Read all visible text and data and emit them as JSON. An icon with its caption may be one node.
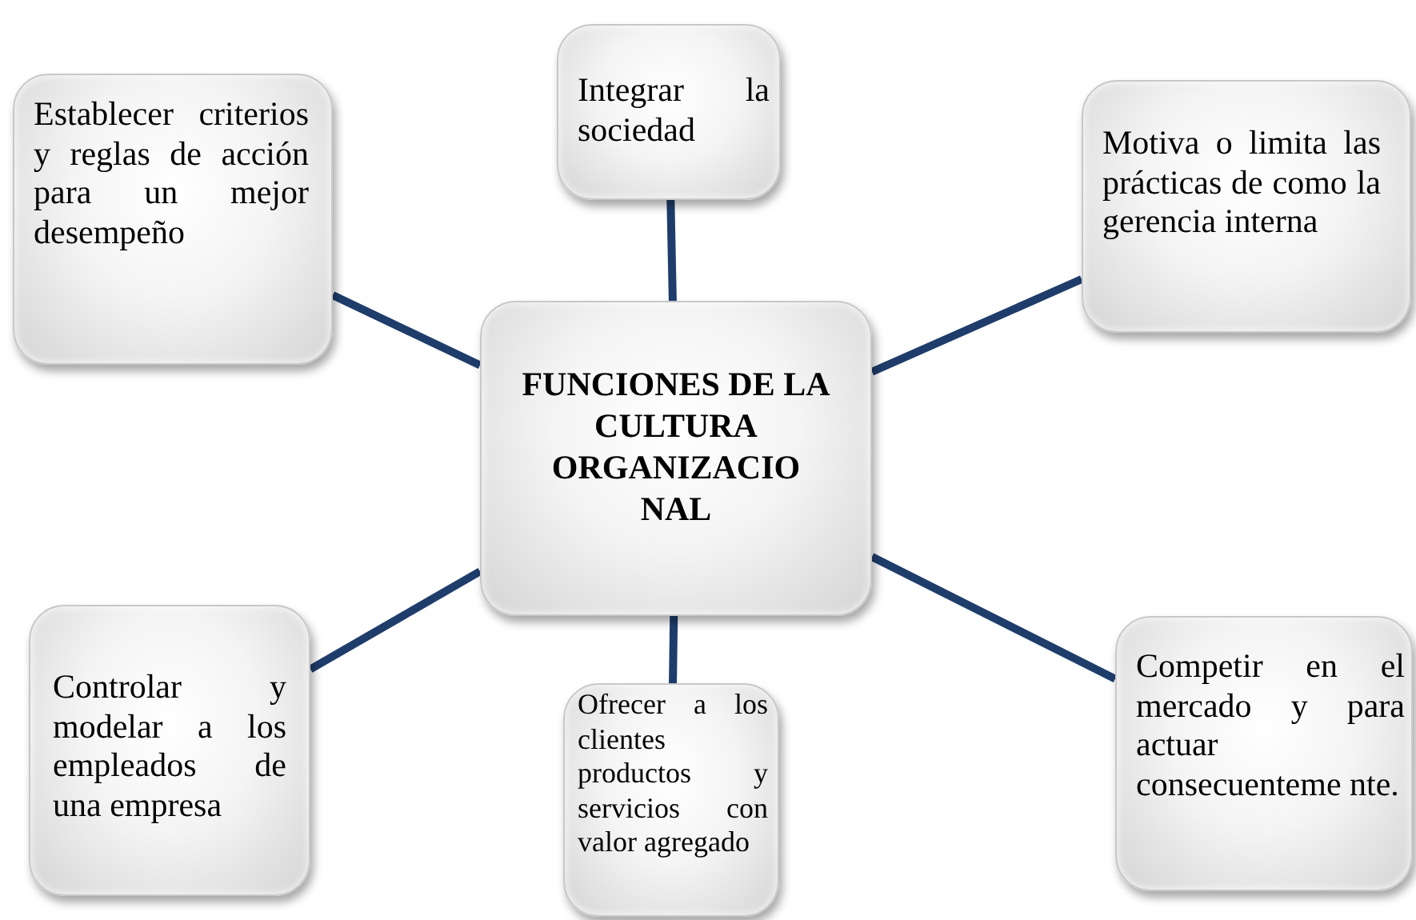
{
  "diagram": {
    "nodes": [
      {
        "text": [
          "Establecer criterios y reglas de acción para un mejor desempeño"
        ]
      },
      {
        "text": [
          "Integrar la sociedad"
        ]
      },
      {
        "text": [
          "Motiva o limita las prácticas de como la gerencia interna"
        ]
      },
      {
        "text": [
          "FUNCIONES DE LA CULTURA ORGANIZACIO NAL"
        ]
      },
      {
        "text": [
          "Controlar y modelar a los empleados de una empresa"
        ]
      },
      {
        "text": [
          "Ofrecer a los clientes productos y servicios con valor agregado"
        ]
      },
      {
        "text": [
          "Competir en el mercado y para actuar consecuenteme nte."
        ]
      }
    ],
    "edges": [
      {
        "from": 3,
        "to": 0,
        "arrow": "none"
      },
      {
        "from": 3,
        "to": 1,
        "arrow": "none"
      },
      {
        "from": 3,
        "to": 2,
        "arrow": "none"
      },
      {
        "from": 3,
        "to": 4,
        "arrow": "none"
      },
      {
        "from": 3,
        "to": 5,
        "arrow": "none"
      },
      {
        "from": 3,
        "to": 6,
        "arrow": "none"
      }
    ]
  }
}
